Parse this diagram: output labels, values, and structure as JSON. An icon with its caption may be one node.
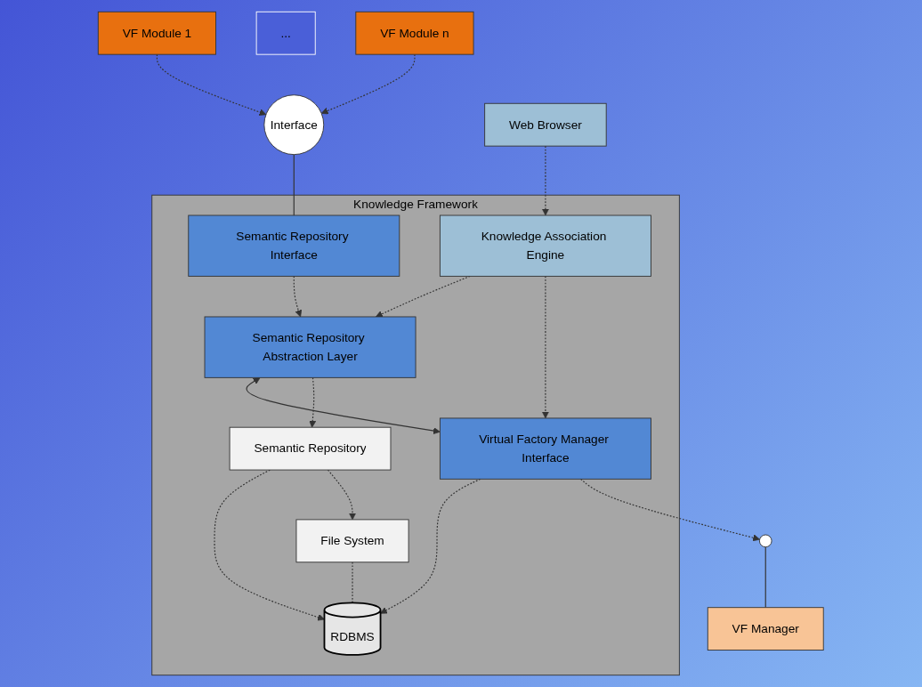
{
  "diagram": {
    "nodes": [
      {
        "text": [
          "VF Module 1"
        ]
      },
      {
        "text": [
          "..."
        ]
      },
      {
        "text": [
          "VF Module n"
        ]
      },
      {
        "text": [
          "Web Browser"
        ]
      },
      {
        "text": [
          "Interface"
        ]
      },
      {
        "text": [
          "Knowledge Framework"
        ]
      },
      {
        "text": [
          "Semantic Repository Interface"
        ],
        "in": 5
      },
      {
        "text": [
          "Knowledge Association Engine"
        ],
        "in": 5
      },
      {
        "text": [
          "Semantic Repository Abstraction Layer"
        ],
        "in": 5
      },
      {
        "text": [
          "Virtual Factory Manager Interface"
        ],
        "in": 5
      },
      {
        "text": [
          "Semantic Repository"
        ],
        "in": 5
      },
      {
        "text": [
          "RDBMS"
        ],
        "in": 5
      },
      {
        "text": [
          "File System"
        ],
        "in": 5
      },
      {
        "text": [],
        "shape": "circle"
      },
      {
        "text": [
          "VF Manager"
        ]
      }
    ],
    "edges": [
      {
        "from": 0,
        "to": 4,
        "arrow": "to",
        "style": "dashed"
      },
      {
        "from": 2,
        "to": 4,
        "arrow": "to",
        "style": "dashed"
      },
      {
        "from": 4,
        "to": 6,
        "arrow": "none"
      },
      {
        "from": 3,
        "to": 7,
        "arrow": "to",
        "style": "dashed"
      },
      {
        "from": 6,
        "to": 8,
        "arrow": "to",
        "style": "dashed"
      },
      {
        "from": 7,
        "to": 8,
        "arrow": "to",
        "style": "dashed"
      },
      {
        "from": 7,
        "to": 9,
        "arrow": "to",
        "style": "dashed"
      },
      {
        "from": 8,
        "to": 9,
        "arrow": "both"
      },
      {
        "from": 8,
        "to": 10,
        "arrow": "to",
        "style": "dashed"
      },
      {
        "from": 9,
        "to": 11,
        "arrow": "to",
        "style": "dashed"
      },
      {
        "from": 10,
        "to": 11,
        "arrow": "to",
        "style": "dashed"
      },
      {
        "from": 10,
        "to": 12,
        "arrow": "to",
        "style": "dashed"
      },
      {
        "from": 12,
        "to": 11,
        "arrow": "none",
        "style": "dashed"
      },
      {
        "from": 9,
        "to": 13,
        "arrow": "to",
        "style": "dashed"
      },
      {
        "from": 13,
        "to": 14,
        "arrow": "none"
      }
    ]
  }
}
